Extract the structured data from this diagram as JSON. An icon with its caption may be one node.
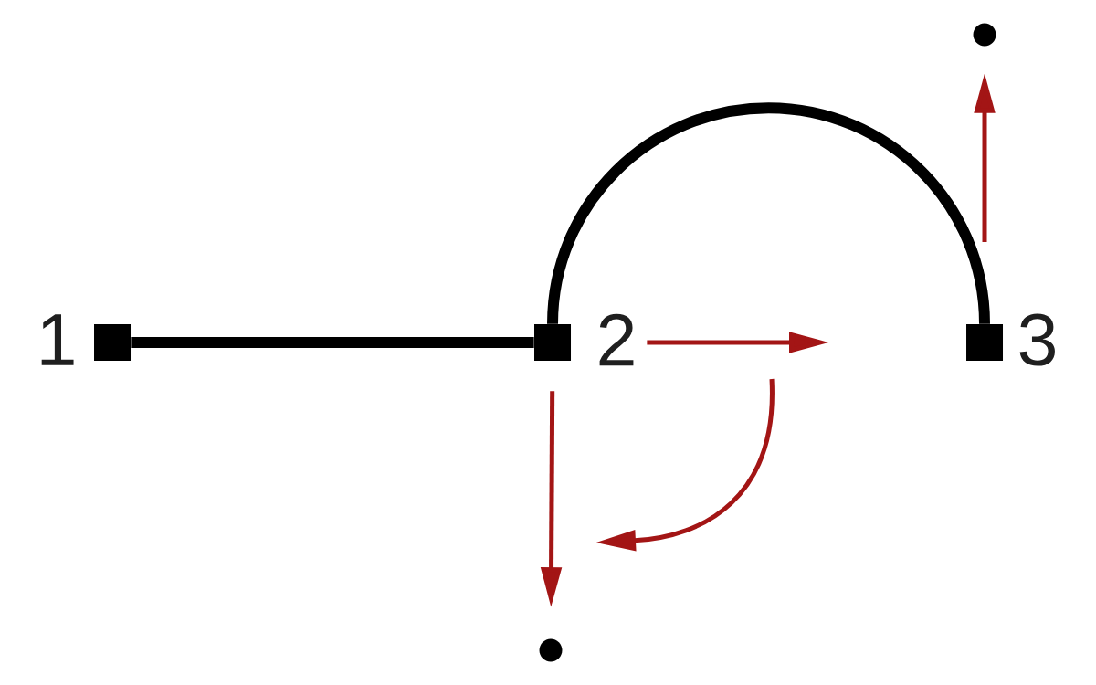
{
  "diagram": {
    "nodes": [
      {
        "text": [],
        "shape": "box",
        "beside": [
          "1"
        ]
      },
      {
        "text": [],
        "shape": "box",
        "beside": [
          "2"
        ]
      },
      {
        "text": [],
        "shape": "box",
        "beside": [
          "3"
        ]
      },
      {
        "text": [],
        "shape": "circle"
      },
      {
        "text": [],
        "shape": "circle"
      }
    ],
    "edges": [
      {
        "from": 0,
        "to": 1,
        "arrow": "none",
        "style": "thick",
        "color": "#000000"
      },
      {
        "from": 1,
        "to": 2,
        "arrow": "none",
        "style": "thick",
        "color": "#000000"
      },
      {
        "from": null,
        "to": 3,
        "arrow": "to",
        "color": "#a31515"
      },
      {
        "from": 1,
        "to": 4,
        "arrow": "to",
        "color": "#a31515"
      },
      {
        "from": 1,
        "to": null,
        "arrow": "to",
        "color": "#a31515"
      }
    ]
  }
}
